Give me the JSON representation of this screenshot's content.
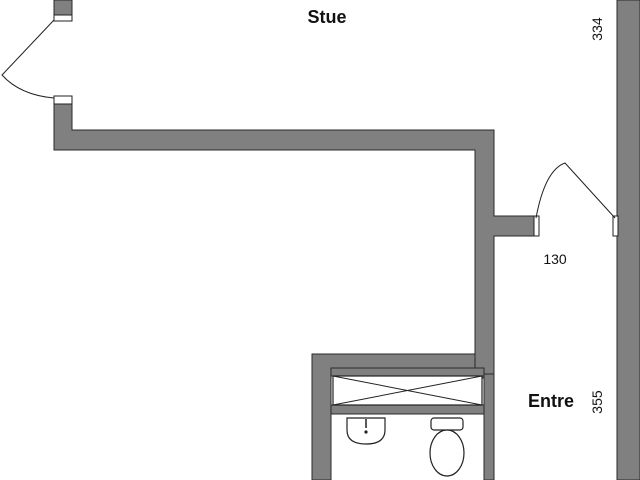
{
  "rooms": {
    "stue": "Stue",
    "entre": "Entre"
  },
  "dimensions": {
    "stue_height": "334",
    "door_width": "130",
    "entre_height": "355"
  },
  "colors": {
    "wall_fill": "#808080",
    "wall_stroke": "#2a2a2a",
    "line": "#222222",
    "background": "#ffffff"
  }
}
